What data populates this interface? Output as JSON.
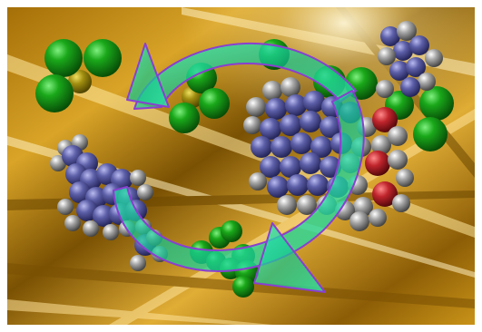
{
  "image": {
    "kind": "molecular-graphics-illustration",
    "background": "golden-metallic-streaks",
    "frame_color": "#ffffff"
  },
  "colors": {
    "gold_dark": "#6b4700",
    "gold_mid": "#c8920e",
    "gold_light": "#ffe9a0",
    "chlorine_green": "#1a9a1a",
    "phosphorus_olive": "#9a8a10",
    "nitrogen_blue": "#5d5fa8",
    "carbon_gray": "#9a9a9a",
    "oxygen_red": "#c0252c",
    "arrow_teal": "#1fd8a0",
    "arrow_outline": "#8a3fd0"
  },
  "elements": {
    "cycle_arrow": "clockwise-cycle-arrows",
    "molecules": [
      "pcl3-top-left",
      "pcl3-top-center",
      "nitrogen-heterocycle-left",
      "pcl3-bottom",
      "ligand-complex-right"
    ]
  }
}
